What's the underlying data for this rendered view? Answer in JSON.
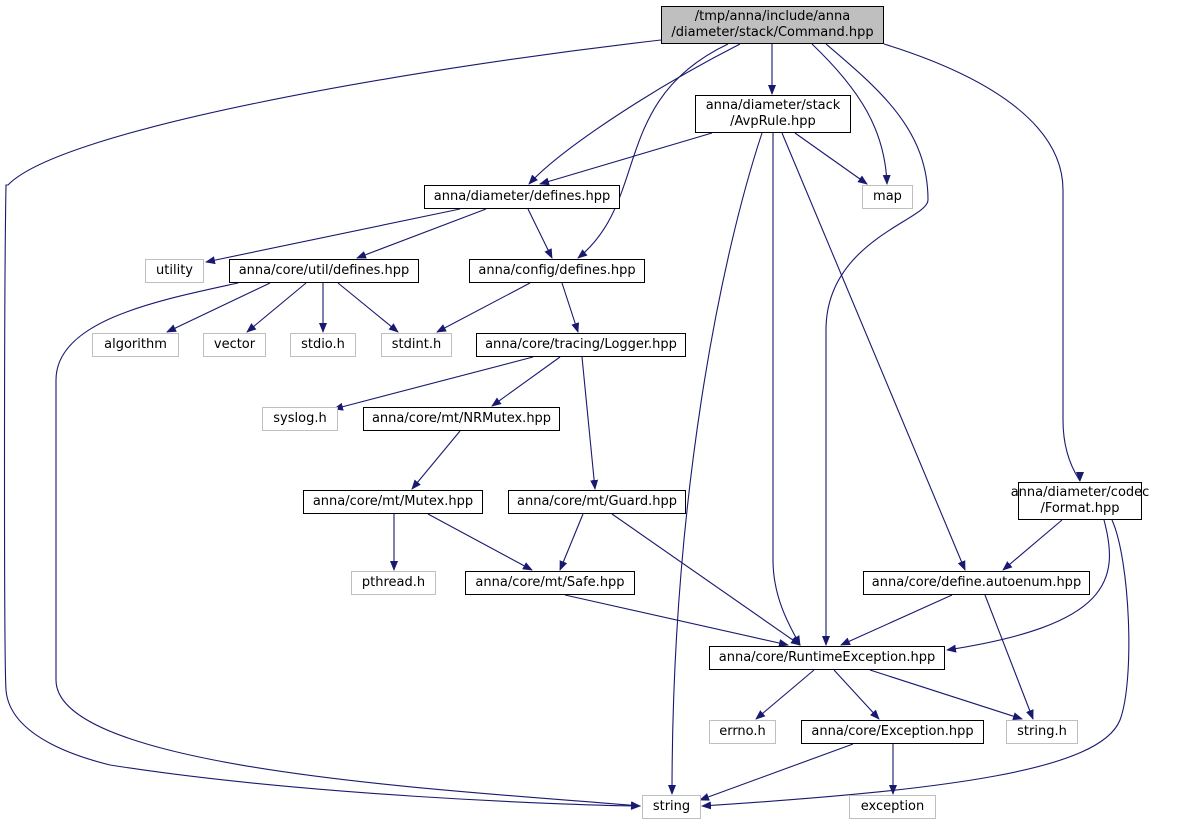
{
  "graph": {
    "edge_color": "#191970",
    "nodes": {
      "command": {
        "lines": [
          "/tmp/anna/include/anna",
          "/diameter/stack/Command.hpp"
        ],
        "kind": "root"
      },
      "avprule": {
        "lines": [
          "anna/diameter/stack",
          "/AvpRule.hpp"
        ],
        "kind": "local"
      },
      "diam_defines": {
        "lines": [
          "anna/diameter/defines.hpp"
        ],
        "kind": "local"
      },
      "map": {
        "lines": [
          "map"
        ],
        "kind": "system"
      },
      "utility": {
        "lines": [
          "utility"
        ],
        "kind": "system"
      },
      "util_defines": {
        "lines": [
          "anna/core/util/defines.hpp"
        ],
        "kind": "local"
      },
      "config_defines": {
        "lines": [
          "anna/config/defines.hpp"
        ],
        "kind": "local"
      },
      "algorithm": {
        "lines": [
          "algorithm"
        ],
        "kind": "system"
      },
      "vector": {
        "lines": [
          "vector"
        ],
        "kind": "system"
      },
      "stdio": {
        "lines": [
          "stdio.h"
        ],
        "kind": "system"
      },
      "stdint": {
        "lines": [
          "stdint.h"
        ],
        "kind": "system"
      },
      "logger": {
        "lines": [
          "anna/core/tracing/Logger.hpp"
        ],
        "kind": "local"
      },
      "syslog": {
        "lines": [
          "syslog.h"
        ],
        "kind": "system"
      },
      "nrmutex": {
        "lines": [
          "anna/core/mt/NRMutex.hpp"
        ],
        "kind": "local"
      },
      "mutex": {
        "lines": [
          "anna/core/mt/Mutex.hpp"
        ],
        "kind": "local"
      },
      "guard": {
        "lines": [
          "anna/core/mt/Guard.hpp"
        ],
        "kind": "local"
      },
      "format": {
        "lines": [
          "anna/diameter/codec",
          "/Format.hpp"
        ],
        "kind": "local"
      },
      "pthread": {
        "lines": [
          "pthread.h"
        ],
        "kind": "system"
      },
      "safe": {
        "lines": [
          "anna/core/mt/Safe.hpp"
        ],
        "kind": "local"
      },
      "autoenum": {
        "lines": [
          "anna/core/define.autoenum.hpp"
        ],
        "kind": "local"
      },
      "runtime": {
        "lines": [
          "anna/core/RuntimeException.hpp"
        ],
        "kind": "local"
      },
      "errno": {
        "lines": [
          "errno.h"
        ],
        "kind": "system"
      },
      "exception_hpp": {
        "lines": [
          "anna/core/Exception.hpp"
        ],
        "kind": "local"
      },
      "string_h": {
        "lines": [
          "string.h"
        ],
        "kind": "system"
      },
      "string": {
        "lines": [
          "string"
        ],
        "kind": "system"
      },
      "exception": {
        "lines": [
          "exception"
        ],
        "kind": "system"
      }
    },
    "edges": [
      [
        "command",
        "string"
      ],
      [
        "command",
        "diam_defines"
      ],
      [
        "command",
        "config_defines"
      ],
      [
        "command",
        "avprule"
      ],
      [
        "command",
        "map"
      ],
      [
        "command",
        "runtime"
      ],
      [
        "command",
        "format"
      ],
      [
        "avprule",
        "diam_defines"
      ],
      [
        "avprule",
        "map"
      ],
      [
        "avprule",
        "string"
      ],
      [
        "avprule",
        "runtime"
      ],
      [
        "avprule",
        "autoenum"
      ],
      [
        "diam_defines",
        "utility"
      ],
      [
        "diam_defines",
        "util_defines"
      ],
      [
        "diam_defines",
        "config_defines"
      ],
      [
        "util_defines",
        "string"
      ],
      [
        "util_defines",
        "algorithm"
      ],
      [
        "util_defines",
        "vector"
      ],
      [
        "util_defines",
        "stdio"
      ],
      [
        "util_defines",
        "stdint"
      ],
      [
        "config_defines",
        "stdint"
      ],
      [
        "config_defines",
        "logger"
      ],
      [
        "logger",
        "syslog"
      ],
      [
        "logger",
        "nrmutex"
      ],
      [
        "logger",
        "guard"
      ],
      [
        "nrmutex",
        "mutex"
      ],
      [
        "mutex",
        "pthread"
      ],
      [
        "mutex",
        "safe"
      ],
      [
        "guard",
        "safe"
      ],
      [
        "guard",
        "runtime"
      ],
      [
        "safe",
        "runtime"
      ],
      [
        "format",
        "autoenum"
      ],
      [
        "format",
        "runtime"
      ],
      [
        "format",
        "string"
      ],
      [
        "autoenum",
        "runtime"
      ],
      [
        "autoenum",
        "string_h"
      ],
      [
        "runtime",
        "errno"
      ],
      [
        "runtime",
        "exception_hpp"
      ],
      [
        "runtime",
        "string_h"
      ],
      [
        "exception_hpp",
        "string"
      ],
      [
        "exception_hpp",
        "exception"
      ]
    ]
  }
}
